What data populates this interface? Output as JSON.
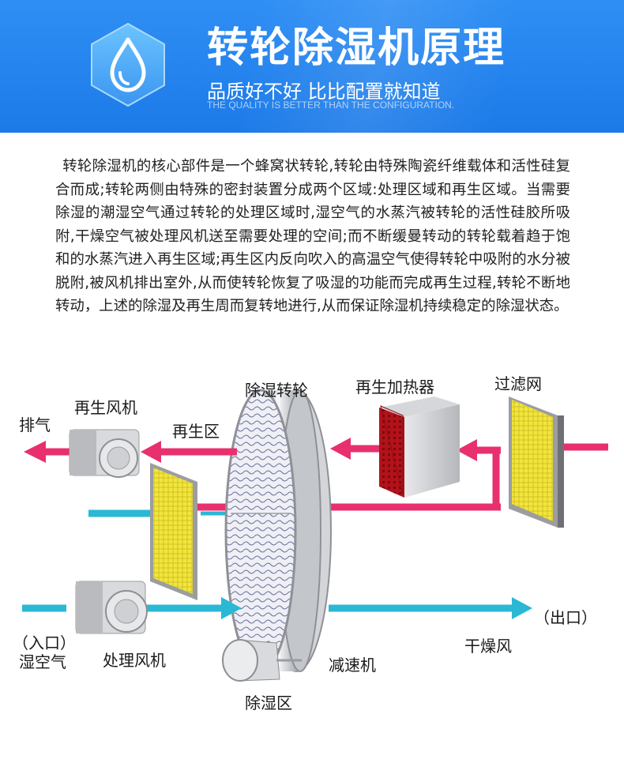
{
  "header": {
    "title": "转轮除湿机原理",
    "subtitle": "品质好不好 比比配置就知道",
    "tagline": "THE QUALITY IS BETTER THAN THE CONFIGURATION.",
    "logo_icon": "water-drop-icon",
    "colors": {
      "banner": "#1c7ae8",
      "logo_hex": "#4fb0ff"
    }
  },
  "description": "转轮除湿机的核心部件是一个蜂窝状转轮,转轮由特殊陶瓷纤维载体和活性硅复合而成;转轮两侧由特殊的密封装置分成两个区域:处理区域和再生区域。当需要除湿的潮湿空气通过转轮的处理区域时,湿空气的水蒸汽被转轮的活性硅胶所吸附,干燥空气被处理风机送至需要处理的空间;而不断缓曼转动的转轮载着趋于饱和的水蒸汽进入再生区域;再生区内反向吹入的高温空气使得转轮中吸附的水分被脱附,被风机排出室外,从而使转轮恢复了吸湿的功能而完成再生过程,转轮不断地转动，上述的除湿及再生周而复转地进行,从而保证除湿机持续稳定的除湿状态。",
  "diagram": {
    "labels": {
      "wheel": "除湿转轮",
      "heater": "再生加热器",
      "filter": "过滤网",
      "exhaust": "排气",
      "regen_fan": "再生风机",
      "regen_zone": "再生区",
      "outlet": "（出口）",
      "dry_air": "干燥风",
      "inlet": "（入口）",
      "wet_air": "湿空气",
      "process_fan": "处理风机",
      "reducer": "减速机",
      "dehumid_zone": "除湿区"
    },
    "colors": {
      "hot_air": "#e8306e",
      "process_air": "#2bb8d4",
      "heater": "#c4151c",
      "filter": "#f0e23a"
    }
  }
}
